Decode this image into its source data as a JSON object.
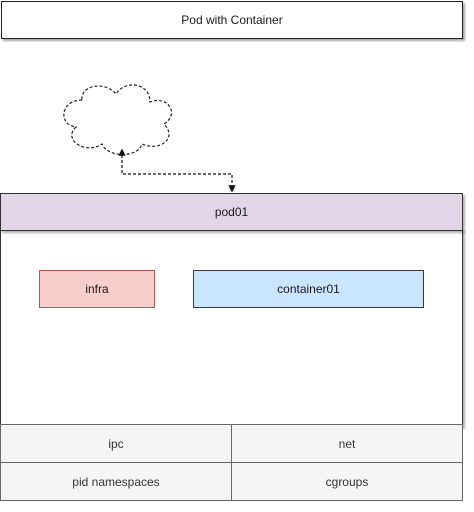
{
  "title": "Pod with Container",
  "pod": {
    "name": "pod01",
    "containers": [
      "infra",
      "container01"
    ],
    "resources": [
      "ipc",
      "net",
      "pid namespaces",
      "cgroups"
    ]
  },
  "colors": {
    "pod_header_fill": "#e1d5e7",
    "infra_fill": "#f8cecc",
    "infra_stroke": "#b85450",
    "container_fill": "#cce5ff",
    "resource_fill": "#f5f5f5"
  },
  "icons": [
    "cloud-icon"
  ]
}
